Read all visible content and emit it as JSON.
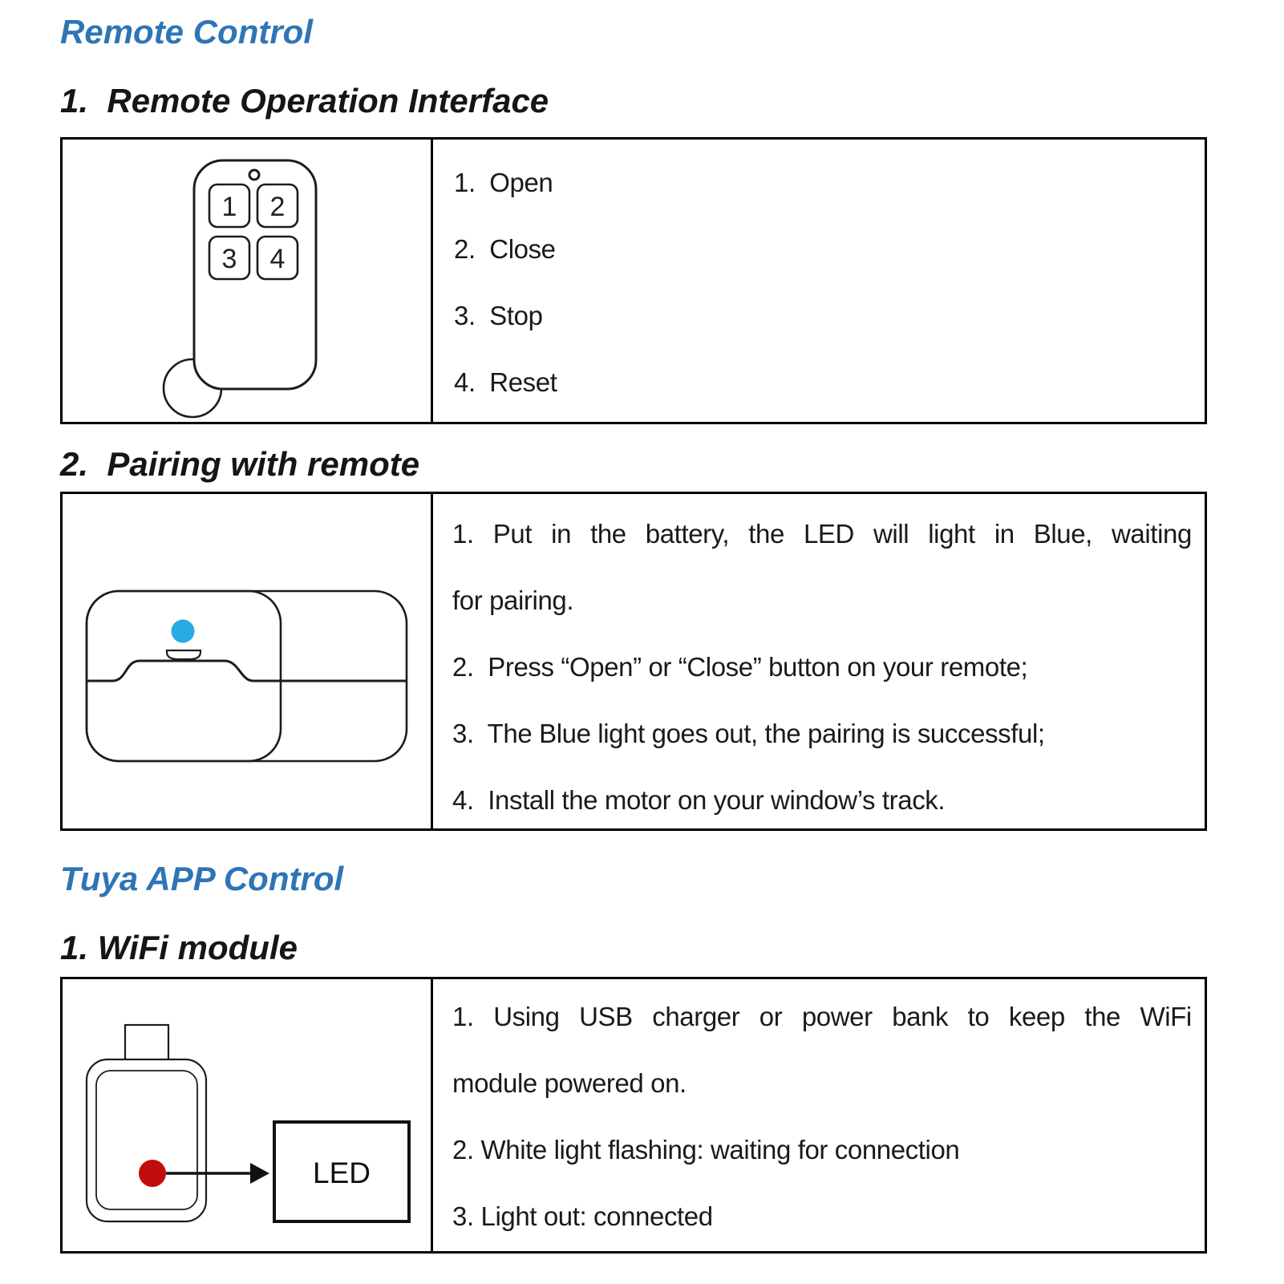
{
  "headings": {
    "remote_control": "Remote Control",
    "remote_operation": "1.  Remote Operation Interface",
    "pairing": "2.  Pairing with remote",
    "tuya": "Tuya APP Control",
    "wifi": "1. WiFi module"
  },
  "colors": {
    "accent_blue": "#2E75B6",
    "led_blue": "#29ABE2",
    "led_red": "#C30D0D"
  },
  "remote_table": {
    "buttons": [
      "1",
      "2",
      "3",
      "4"
    ],
    "items": [
      {
        "t": "1.  Open"
      },
      {
        "t": "2.  Close"
      },
      {
        "t": "3.  Stop"
      },
      {
        "t": "4.  Reset"
      }
    ]
  },
  "pairing_table": {
    "lines": [
      {
        "t": "1.  Put in the battery, the LED will light in Blue, waiting",
        "j": true
      },
      {
        "t": "for pairing."
      },
      {
        "t": "2.  Press “Open” or “Close” button on your remote;"
      },
      {
        "t": "3.  The Blue light goes out, the pairing is successful;"
      },
      {
        "t": "4.  Install the motor on your window’s track."
      }
    ]
  },
  "wifi_table": {
    "led_label": "LED",
    "lines": [
      {
        "t": "1. Using USB charger or power bank to keep the WiFi",
        "j": true
      },
      {
        "t": "module powered on."
      },
      {
        "t": "2. White light flashing: waiting for connection"
      },
      {
        "t": "3. Light out: connected"
      }
    ]
  }
}
